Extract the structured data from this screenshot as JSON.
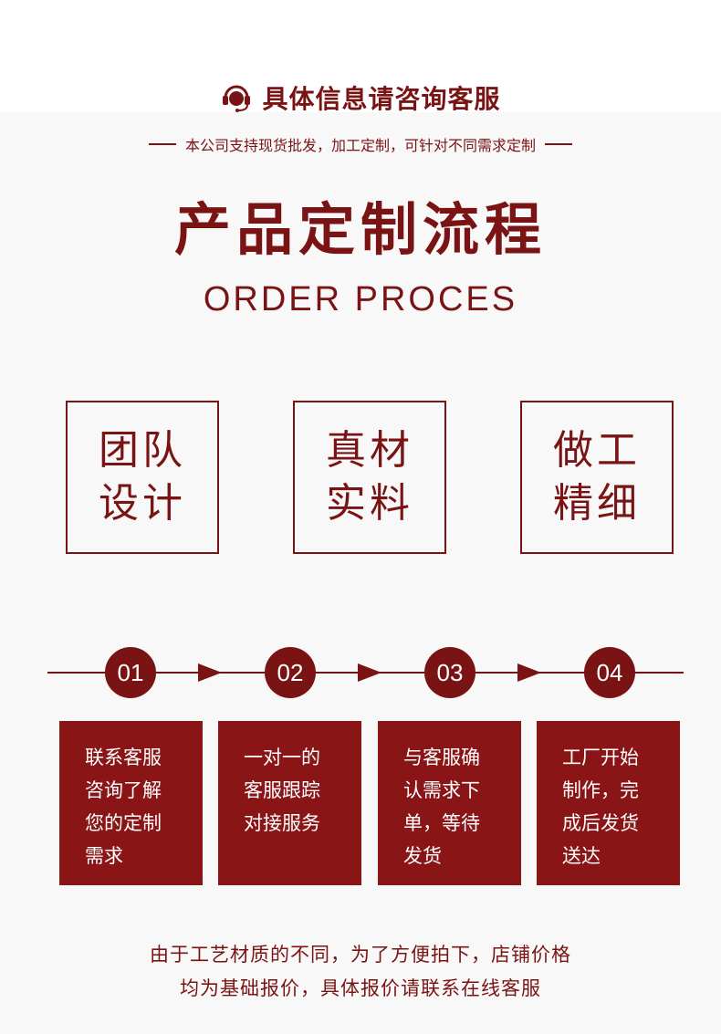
{
  "header": {
    "icon": "customer-service-headset-icon",
    "title": "具体信息请咨询客服",
    "subtitle": "本公司支持现货批发，加工定制，可针对不同需求定制"
  },
  "main_title": "产品定制流程",
  "english_title": "ORDER PROCES",
  "features": [
    {
      "line1": "团队",
      "line2": "设计"
    },
    {
      "line1": "真材",
      "line2": "实料"
    },
    {
      "line1": "做工",
      "line2": "精细"
    }
  ],
  "steps": [
    {
      "number": "01",
      "lines": [
        "联系客服",
        "咨询了解",
        "您的定制",
        "需求"
      ]
    },
    {
      "number": "02",
      "lines": [
        "一对一的",
        "客服跟踪",
        "对接服务"
      ]
    },
    {
      "number": "03",
      "lines": [
        "与客服确",
        "认需求下",
        "单，等待",
        "发货"
      ]
    },
    {
      "number": "04",
      "lines": [
        "工厂开始",
        "制作，完",
        "成后发货",
        "送达"
      ]
    }
  ],
  "footer": {
    "line1": "由于工艺材质的不同，为了方便拍下，店铺价格",
    "line2": "均为基础报价，具体报价请联系在线客服"
  },
  "colors": {
    "primary": "#7a1414",
    "step_fill": "#8a1516",
    "panel": "#f8f8f8"
  }
}
